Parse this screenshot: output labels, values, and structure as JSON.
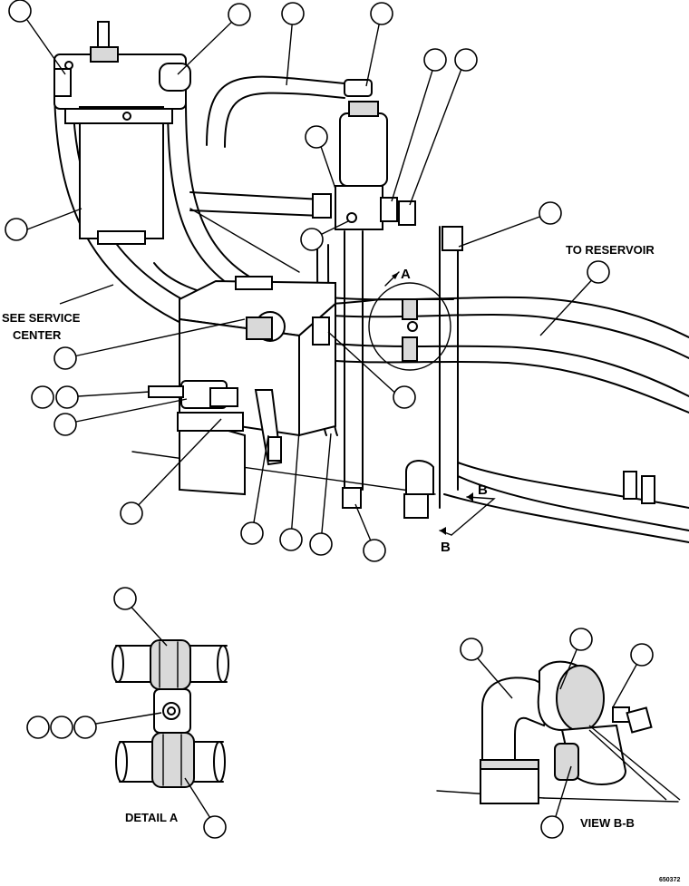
{
  "labels": {
    "to_reservoir": "TO RESERVOIR",
    "see_service_1": "SEE SERVICE",
    "see_service_2": "CENTER",
    "detail_a_marker": "A",
    "view_b_marker_1": "B",
    "view_b_marker_2": "B",
    "detail_a": "DETAIL A",
    "view_bb": "VIEW B-B",
    "figure_number": "650372"
  }
}
